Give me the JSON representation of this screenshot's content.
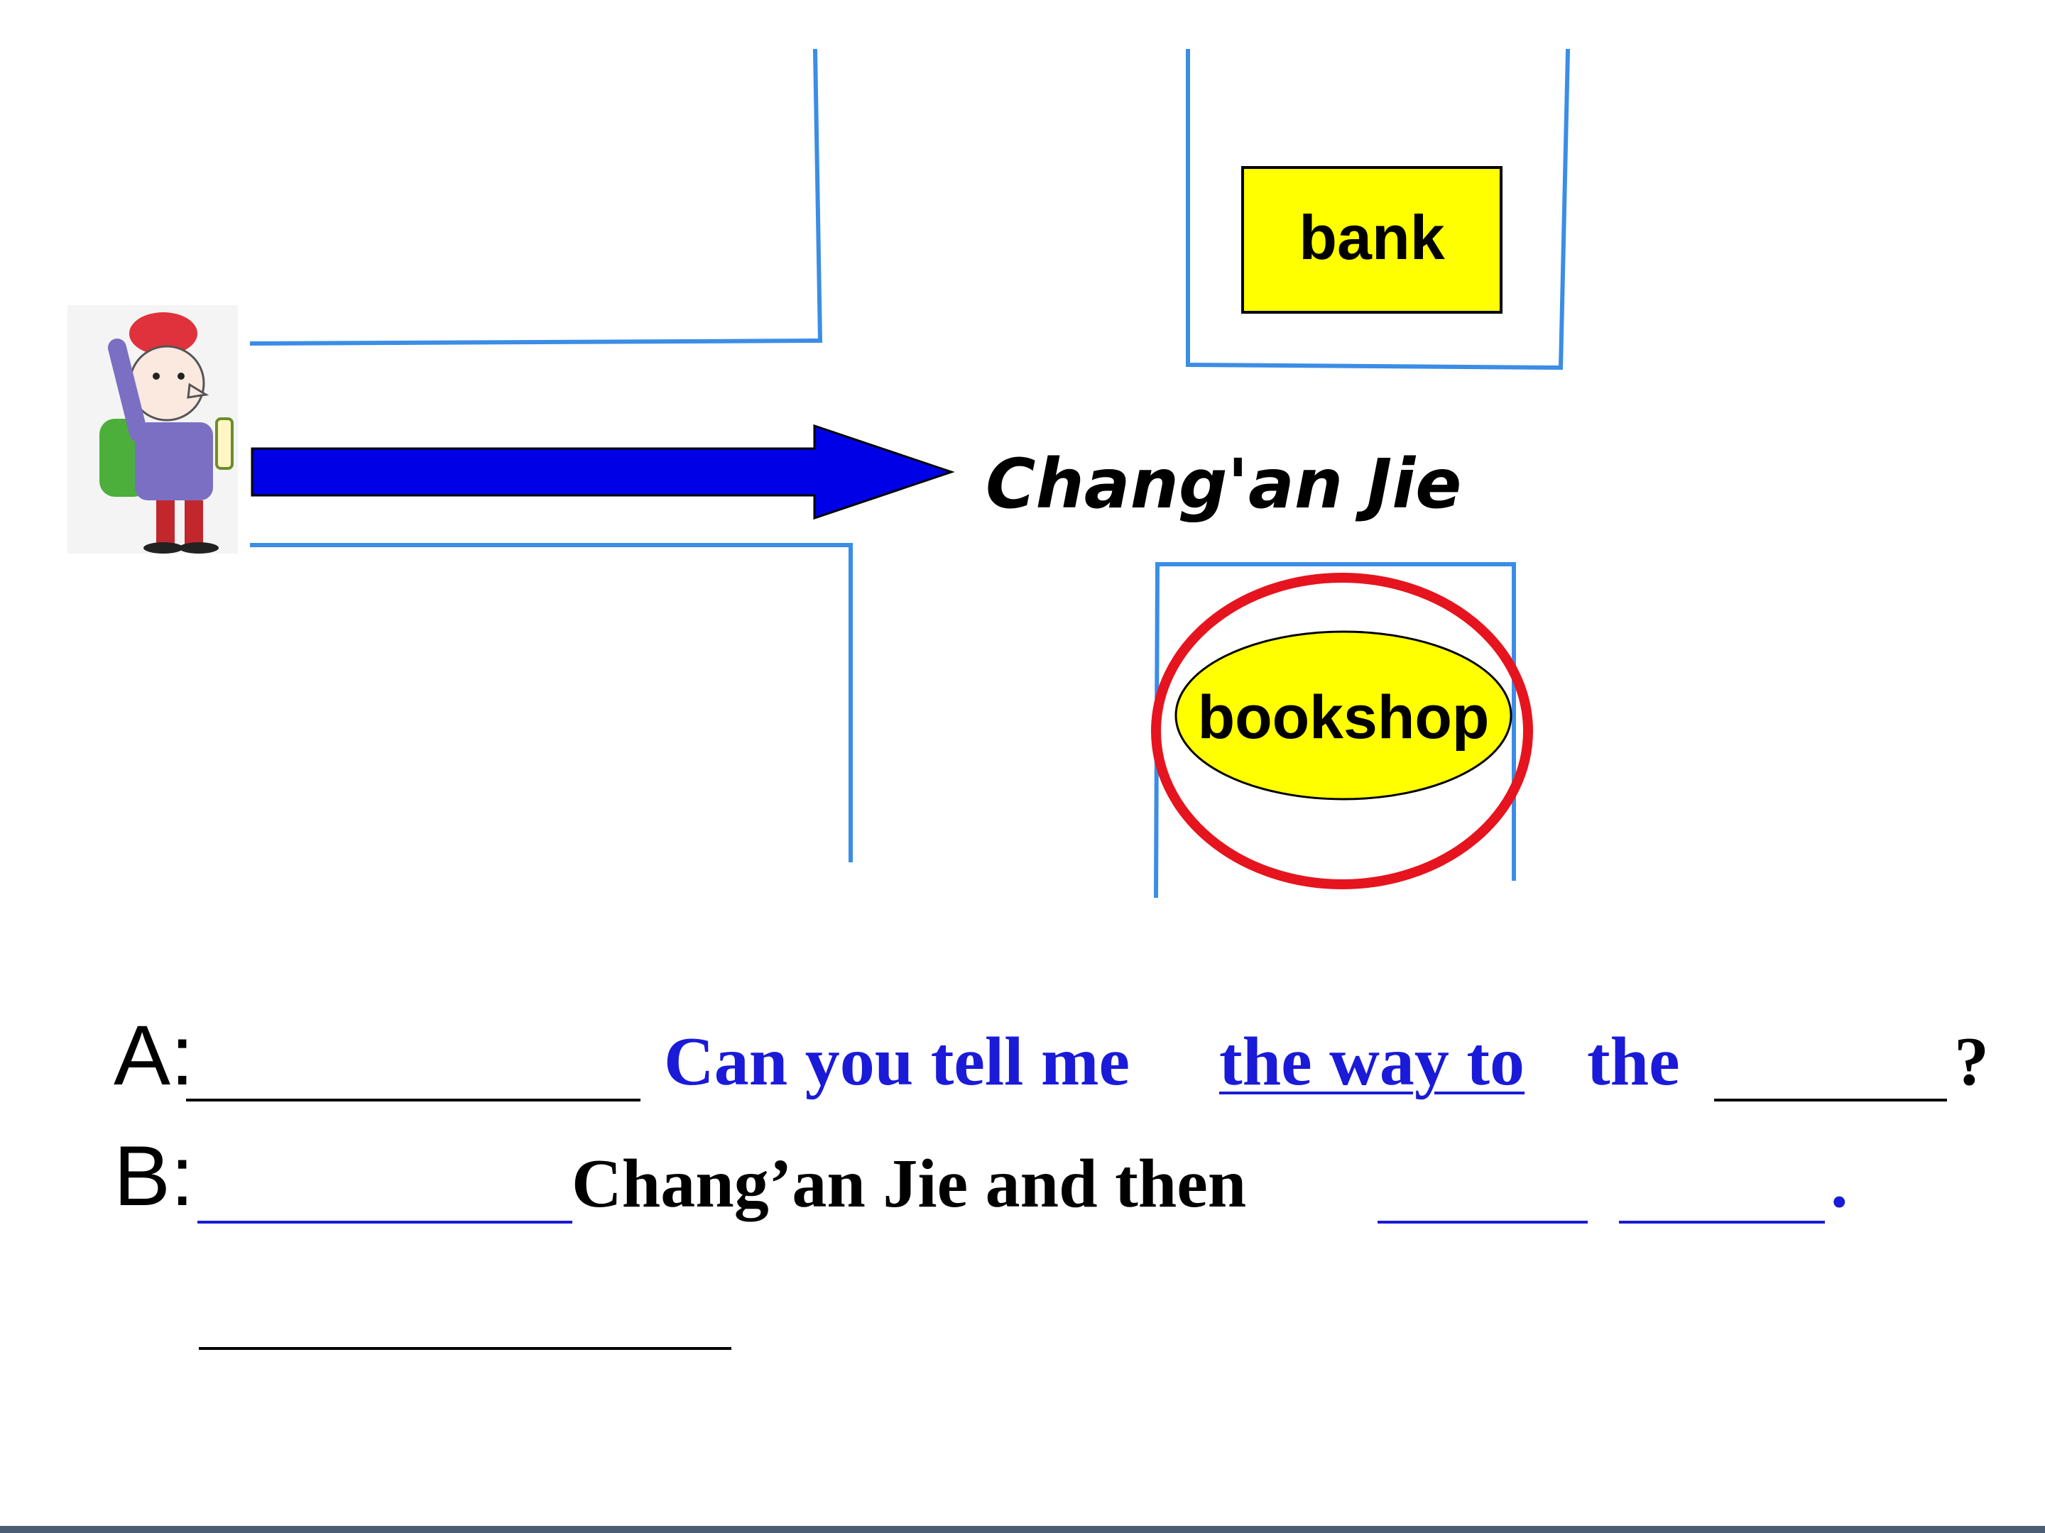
{
  "map": {
    "street_name": "Chang'an Jie",
    "places": [
      {
        "id": "bank",
        "label": "bank",
        "shape": "rectangle",
        "fill": "#ffff00"
      },
      {
        "id": "bookshop",
        "label": "bookshop",
        "shape": "ellipse",
        "fill": "#ffff00",
        "circled": true
      }
    ],
    "colors": {
      "road_lines": "#3b8de6",
      "arrow": "#0000e6",
      "highlight_circle": "#e6141e"
    },
    "icons": {
      "traveler": "tourist-figure-icon",
      "direction": "right-arrow-icon"
    }
  },
  "dialogue": {
    "a": {
      "speaker": "A:",
      "question_part1": "Can you tell me",
      "question_underlined": "the way to",
      "question_part2": "the",
      "end_mark": "?"
    },
    "b": {
      "speaker": "B:",
      "text": "Chang’an Jie and then",
      "end_mark": "."
    }
  }
}
